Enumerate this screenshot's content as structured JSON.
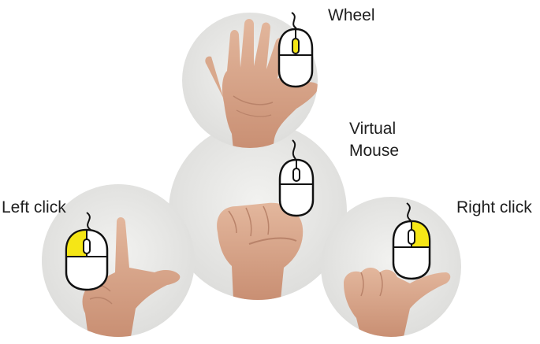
{
  "labels": {
    "wheel": "Wheel",
    "virtual_line1": "Virtual",
    "virtual_line2": "Mouse",
    "left_click": "Left click",
    "right_click": "Right click"
  },
  "colors": {
    "background": "#ffffff",
    "photo_bg": "#e9e9e7",
    "highlight": "#f5e616",
    "outline": "#111111",
    "skin": "#d9a88c",
    "skin_shadow": "#b9836a"
  },
  "icons": [
    "mouse-icon",
    "hand-open-palm",
    "hand-fist",
    "hand-l-gesture",
    "hand-thumb-side"
  ]
}
